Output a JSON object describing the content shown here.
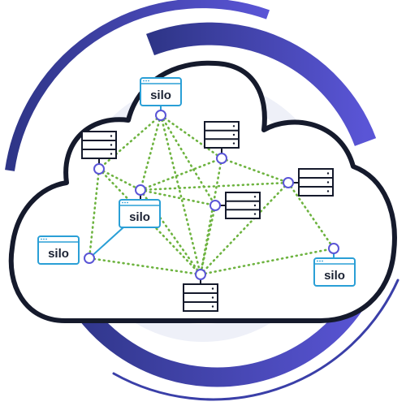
{
  "colors": {
    "arc_dark": "#2e3587",
    "arc_light": "#5a55d6",
    "cloud_outline": "#151a2c",
    "connection_dotted": "#6db33f",
    "connection_solid": "#2a9fd6",
    "node_stroke": "#5a55d6",
    "silo_stroke": "#2a9fd6",
    "server_stroke": "#151a2c"
  },
  "silos": [
    {
      "id": "silo-top",
      "label": "silo"
    },
    {
      "id": "silo-center",
      "label": "silo"
    },
    {
      "id": "silo-left",
      "label": "silo"
    },
    {
      "id": "silo-right",
      "label": "silo"
    }
  ],
  "servers": [
    {
      "id": "server-upper-left"
    },
    {
      "id": "server-upper-middle"
    },
    {
      "id": "server-right"
    },
    {
      "id": "server-center"
    },
    {
      "id": "server-bottom"
    }
  ],
  "connection_style": {
    "between_nodes": "dotted",
    "left_silo_to_center": "solid"
  }
}
